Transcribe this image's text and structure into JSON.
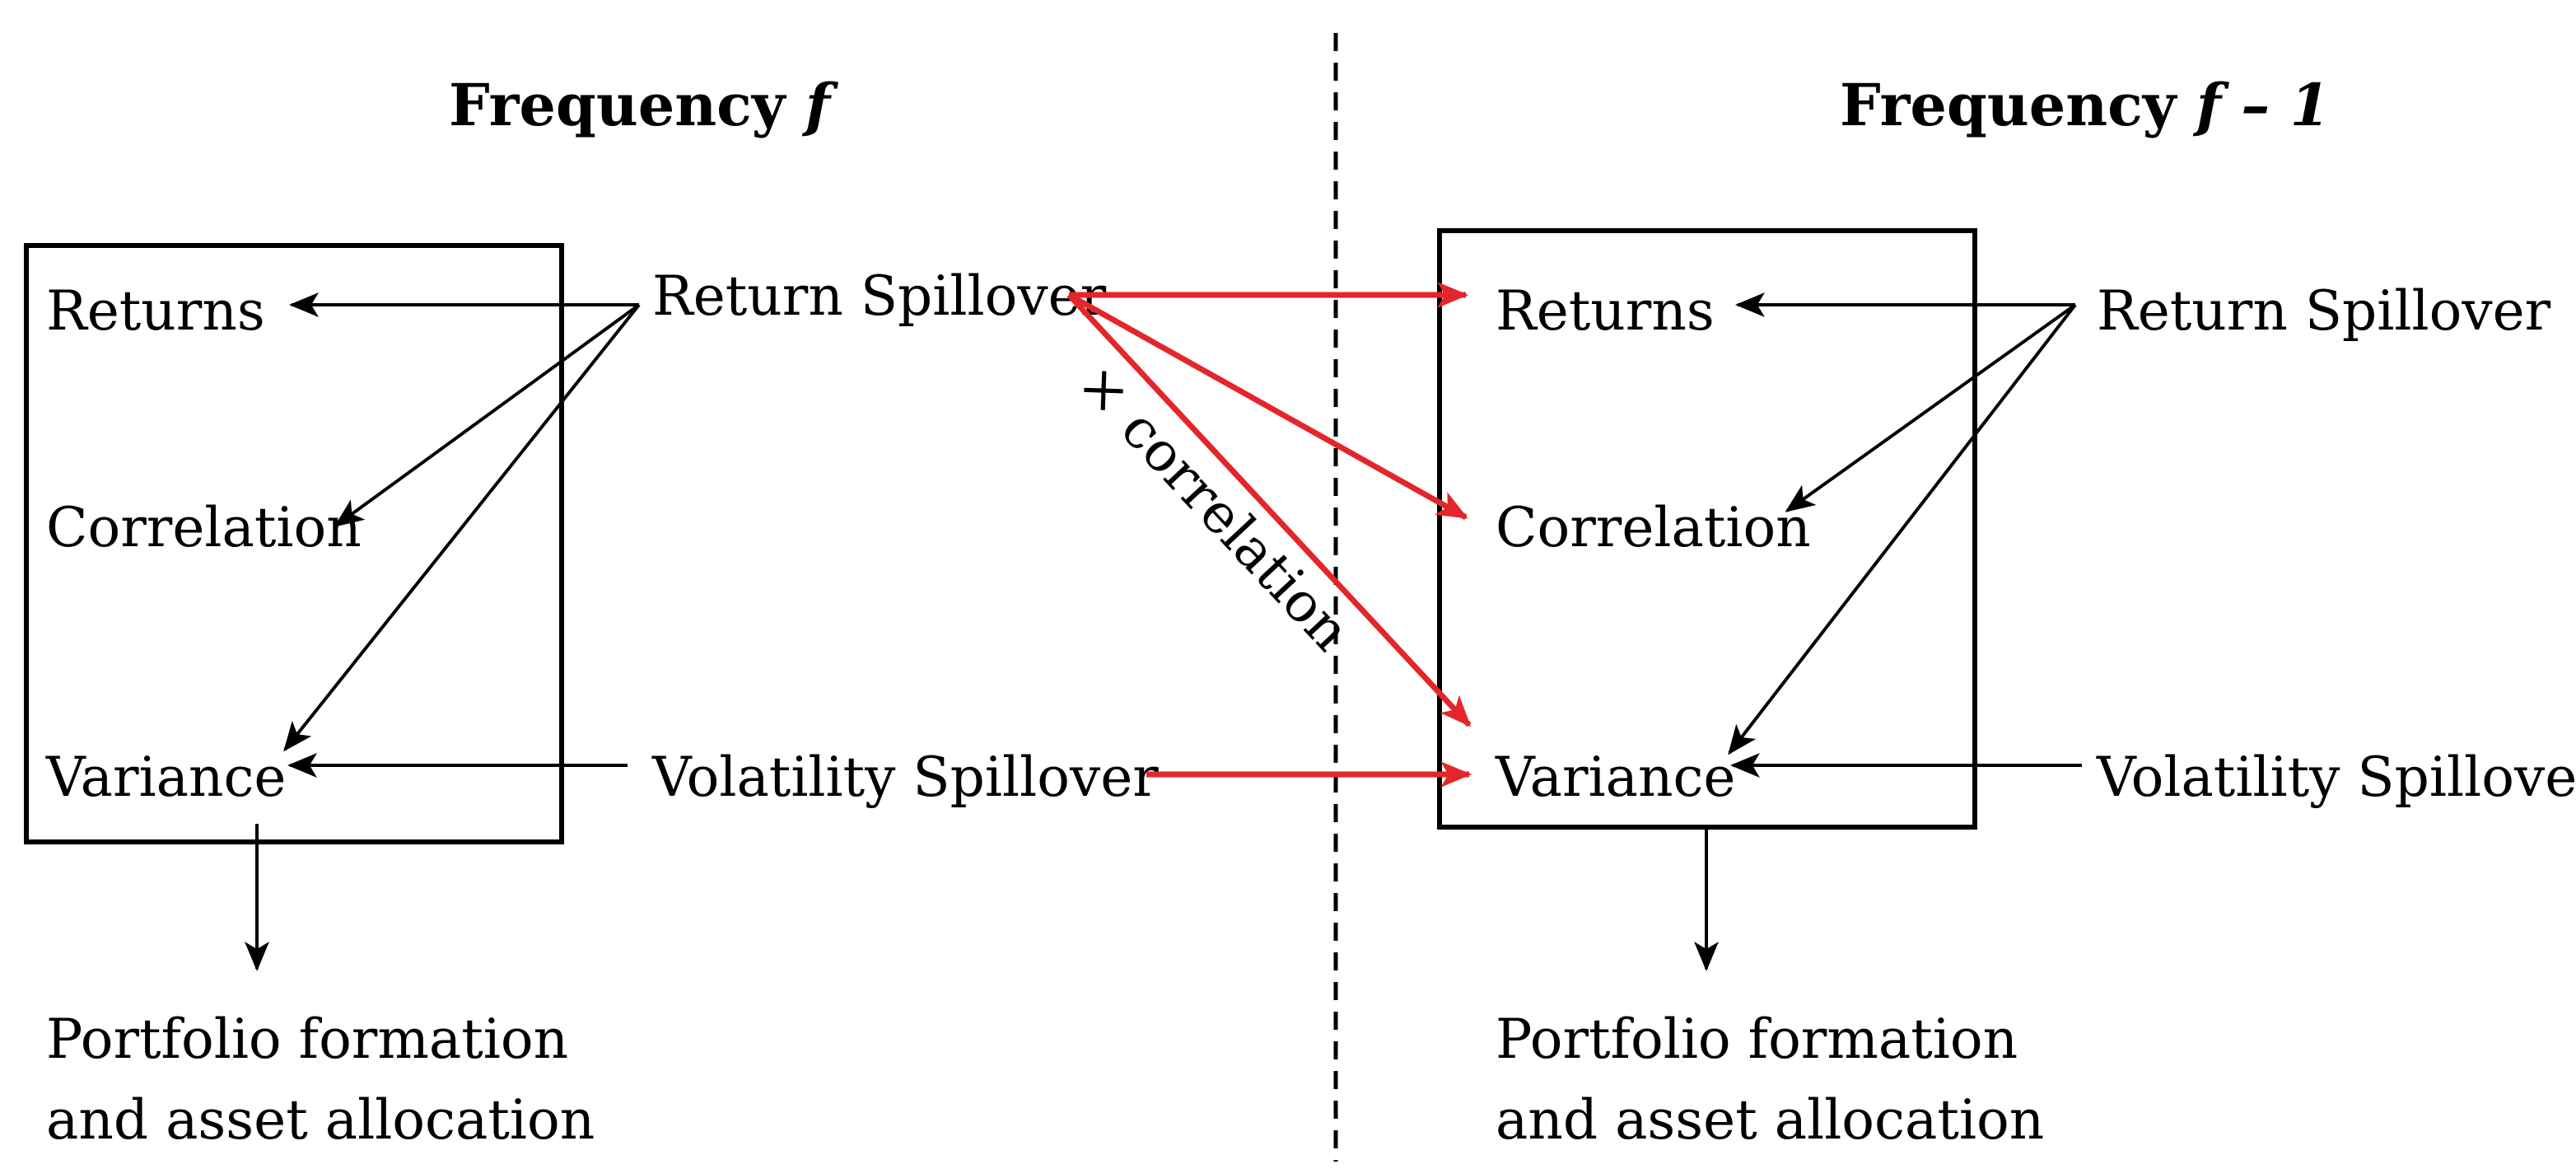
{
  "left_panel": {
    "title_prefix": "Frequency ",
    "title_var": "f",
    "returns": "Returns",
    "correlation": "Correlation",
    "variance": "Variance",
    "return_spillover": "Return Spillover",
    "volatility_spillover": "Volatility Spillover",
    "outcome_line1": "Portfolio formation",
    "outcome_line2": "and asset allocation"
  },
  "right_panel": {
    "title_prefix": "Frequency ",
    "title_var": "f – 1",
    "returns": "Returns",
    "correlation": "Correlation",
    "variance": "Variance",
    "return_spillover": "Return Spillover",
    "volatility_spillover": "Volatility Spillover",
    "outcome_line1": "Portfolio formation",
    "outcome_line2": "and asset allocation"
  },
  "cross_annotation": "× correlation",
  "colors": {
    "cross_frequency_arrow": "#e3262b",
    "within_frequency_arrow": "#000000"
  }
}
